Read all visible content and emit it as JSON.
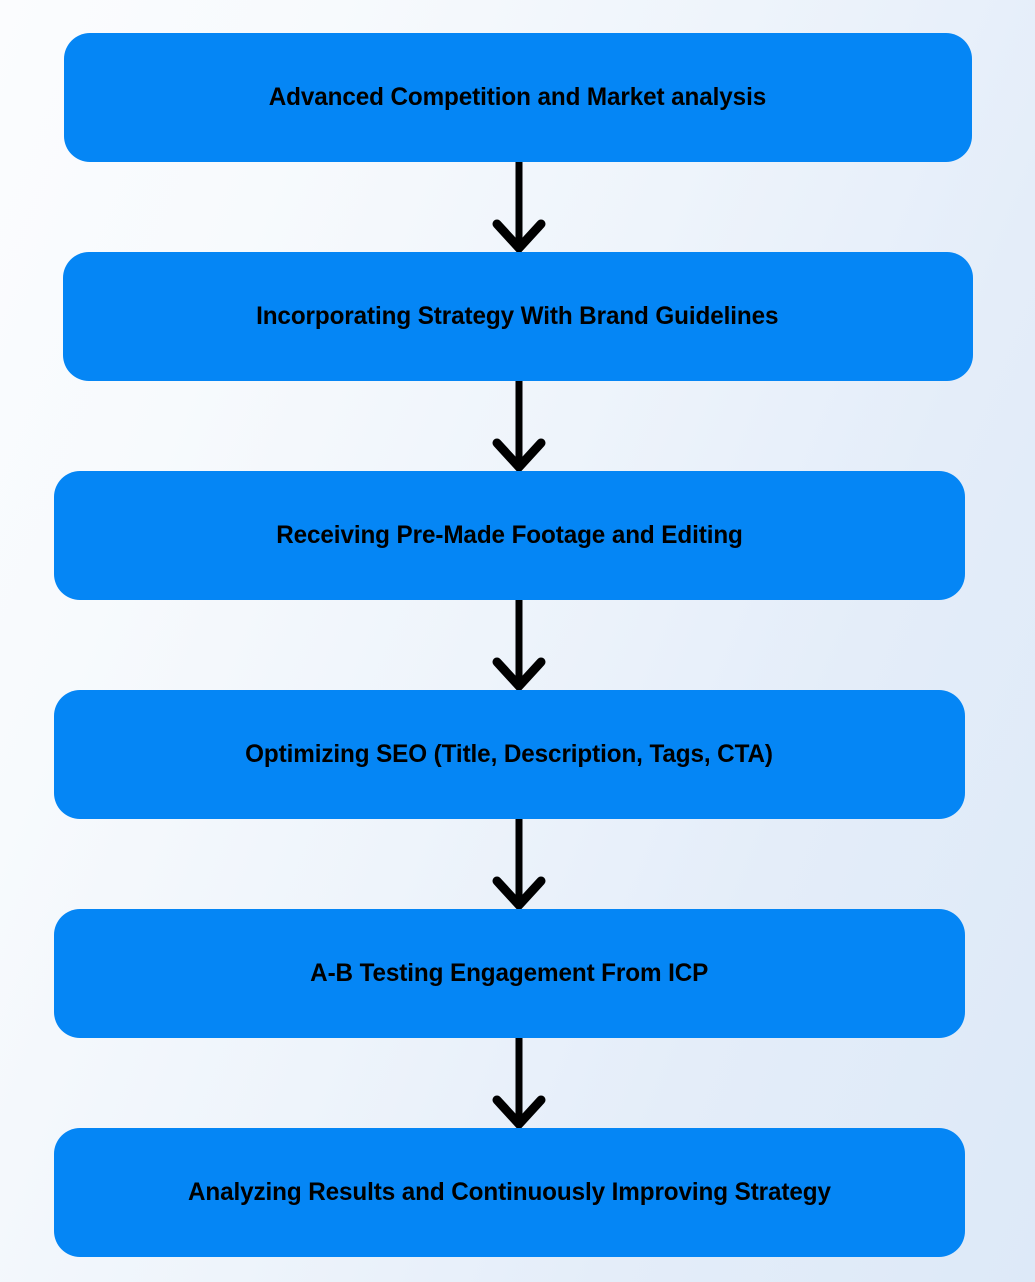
{
  "diagram": {
    "type": "vertical-flowchart",
    "orientation": "top-to-bottom",
    "node_count": 6,
    "connector_count": 5,
    "colors": {
      "node_fill": "#0586f5",
      "node_text": "#000000",
      "connector": "#000000",
      "background_start": "#fbfcfe",
      "background_end": "#dde9f8"
    },
    "steps": [
      {
        "index": 1,
        "label": "Advanced Competition and Market analysis"
      },
      {
        "index": 2,
        "label": "Incorporating Strategy With Brand Guidelines"
      },
      {
        "index": 3,
        "label": "Receiving Pre-Made Footage and Editing"
      },
      {
        "index": 4,
        "label": "Optimizing SEO (Title, Description, Tags, CTA)"
      },
      {
        "index": 5,
        "label": "A-B Testing Engagement From ICP"
      },
      {
        "index": 6,
        "label": "Analyzing Results and Continuously Improving Strategy"
      }
    ],
    "connectors": [
      {
        "from": 1,
        "to": 2,
        "icon": "arrow-down-icon"
      },
      {
        "from": 2,
        "to": 3,
        "icon": "arrow-down-icon"
      },
      {
        "from": 3,
        "to": 4,
        "icon": "arrow-down-icon"
      },
      {
        "from": 4,
        "to": 5,
        "icon": "arrow-down-icon"
      },
      {
        "from": 5,
        "to": 6,
        "icon": "arrow-down-icon"
      }
    ]
  }
}
